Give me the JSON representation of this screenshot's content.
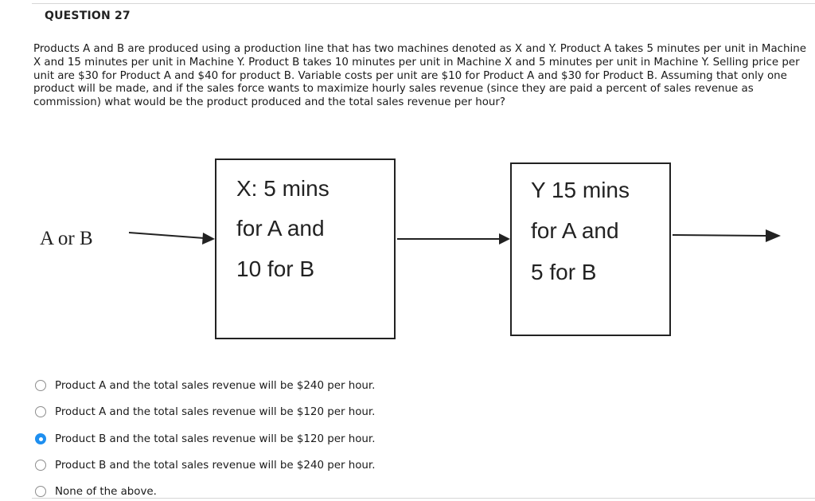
{
  "question": {
    "title": "QUESTION 27",
    "text": "Products A and B are produced using a production line that has two machines denoted as X and Y. Product A takes 5 minutes per unit in Machine X and 15 minutes per unit in Machine Y. Product B takes 10 minutes per unit in Machine X and 5 minutes per unit in Machine Y. Selling price per unit are $30 for Product A and $40 for product B. Variable costs per unit are $10 for Product A and $30  for Product B. Assuming that only one product will be made, and  if the sales force wants to maximize hourly sales revenue (since they are paid a percent of sales revenue as commission) what would be the product produced and the total sales revenue per hour?"
  },
  "diagram": {
    "input_label": "A or B",
    "machine_x": {
      "line1": "X: 5 mins",
      "line2": "for A and",
      "line3": "10 for B"
    },
    "machine_y": {
      "line1": "Y 15 mins",
      "line2": "for A and",
      "line3": "5 for B"
    }
  },
  "options": [
    {
      "label": "Product A and the total sales revenue will be $240 per hour.",
      "selected": false
    },
    {
      "label": "Product A and the total sales revenue will be $120 per hour.",
      "selected": false
    },
    {
      "label": "Product B and the total sales revenue will be $120 per hour.",
      "selected": true
    },
    {
      "label": "Product B and the total sales revenue will be $240 per hour.",
      "selected": false
    },
    {
      "label": "None of the above.",
      "selected": false
    }
  ],
  "colors": {
    "radio_selected": "#1e8ff0",
    "text": "#1a1a1a"
  }
}
